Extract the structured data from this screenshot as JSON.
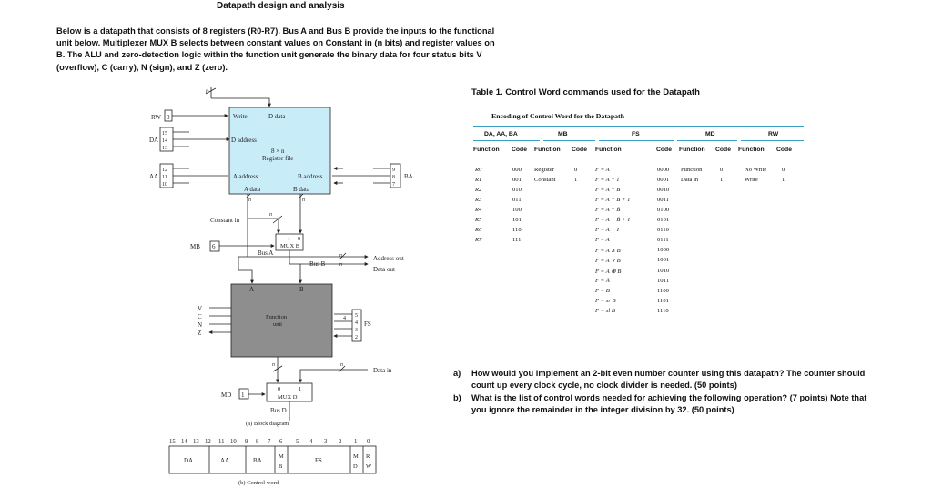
{
  "title": "Datapath design and analysis",
  "intro": "Below is a datapath that consists of 8 registers (R0-R7). Bus A and Bus B provide the inputs to the functional unit below. Multiplexer MUX B selects between constant values on Constant in (n bits) and register values on B. The ALU and zero-detection logic within the function unit generate the binary data for four status bits V (overflow), C (carry), N (sign), and Z (zero).",
  "diagram": {
    "n_top": "n",
    "rw_label": "RW",
    "rw_bit": "0",
    "da_label": "DA",
    "da_bits": [
      "15",
      "14",
      "13"
    ],
    "aa_label": "AA",
    "aa_bits": [
      "12",
      "11",
      "10"
    ],
    "ba_label": "BA",
    "ba_bits": [
      "9",
      "8",
      "7"
    ],
    "write": "Write",
    "d_data": "D data",
    "d_address": "D address",
    "reg_size": "8 × n",
    "reg_file": "Register file",
    "a_address": "A address",
    "b_address": "B address",
    "a_data": "A data",
    "b_data": "B data",
    "n": "n",
    "constant_in": "Constant in",
    "mb_label": "MB",
    "mb_bit": "6",
    "mux_inputs": [
      "1",
      "0"
    ],
    "mux_b": "MUX B",
    "bus_a": "Bus A",
    "bus_b": "Bus B",
    "address_out": "Address out",
    "data_out": "Data out",
    "fu_a": "A",
    "fu_b": "B",
    "function_unit": [
      "Function",
      "unit"
    ],
    "status": [
      "V",
      "C",
      "N",
      "Z"
    ],
    "fs_label": "FS",
    "fs_bits": [
      "5",
      "4",
      "3",
      "2"
    ],
    "fs_width": "4",
    "data_in": "Data in",
    "md_label": "MD",
    "md_bit": "1",
    "muxd_inputs": [
      "0",
      "1"
    ],
    "mux_d": "MUX D",
    "bus_d": "Bus D",
    "caption_a": "(a) Block diagram",
    "bit_positions": [
      "15",
      "14",
      "13",
      "12",
      "11",
      "10",
      "9",
      "8",
      "7",
      "6",
      "5",
      "4",
      "3",
      "2",
      "1",
      "0"
    ],
    "cw_fields": [
      "DA",
      "AA",
      "BA",
      "M",
      "B",
      "FS",
      "M",
      "D",
      "R",
      "W"
    ],
    "caption_b": "(b) Control word"
  },
  "table": {
    "caption": "Table 1. Control Word commands used for the Datapath",
    "encoding_title": "Encoding of Control Word for the Datapath",
    "groups": [
      "DA, AA, BA",
      "MB",
      "FS",
      "MD",
      "RW"
    ],
    "subheaders": [
      "Function",
      "Code",
      "Function",
      "Code",
      "Function",
      "Code",
      "Function",
      "Code",
      "Function",
      "Code"
    ],
    "reg_func": [
      "R0",
      "R1",
      "R2",
      "R3",
      "R4",
      "R5",
      "R6",
      "R7"
    ],
    "reg_code": [
      "000",
      "001",
      "010",
      "011",
      "100",
      "101",
      "110",
      "111"
    ],
    "mb_func": [
      "Register",
      "Constant"
    ],
    "mb_code": [
      "0",
      "1"
    ],
    "fs_func": [
      "F = A",
      "F = A + 1",
      "F = A + B",
      "F = A + B + 1",
      "F = A + B̄",
      "F = A + B̄ + 1",
      "F = A − 1",
      "F = A",
      "F = A ∧ B",
      "F = A ∨ B",
      "F = A ⊕ B",
      "F = Ā",
      "F = B",
      "F = sr B",
      "F = sl B"
    ],
    "fs_code": [
      "0000",
      "0001",
      "0010",
      "0011",
      "0100",
      "0101",
      "0110",
      "0111",
      "1000",
      "1001",
      "1010",
      "1011",
      "1100",
      "1101",
      "1110"
    ],
    "md_func": [
      "Function",
      "Data in"
    ],
    "md_code": [
      "0",
      "1"
    ],
    "rw_func": [
      "No Write",
      "Write"
    ],
    "rw_code": [
      "0",
      "1"
    ]
  },
  "questions": [
    {
      "label": "a)",
      "text": "How would you implement an 2-bit even number counter using this datapath? The counter should count up every clock cycle, no clock divider is needed. (50 points)"
    },
    {
      "label": "b)",
      "text": "What is the list of control words needed for achieving the following operation? (7 points) Note that you ignore the remainder in the integer division by 32. (50 points)"
    }
  ]
}
